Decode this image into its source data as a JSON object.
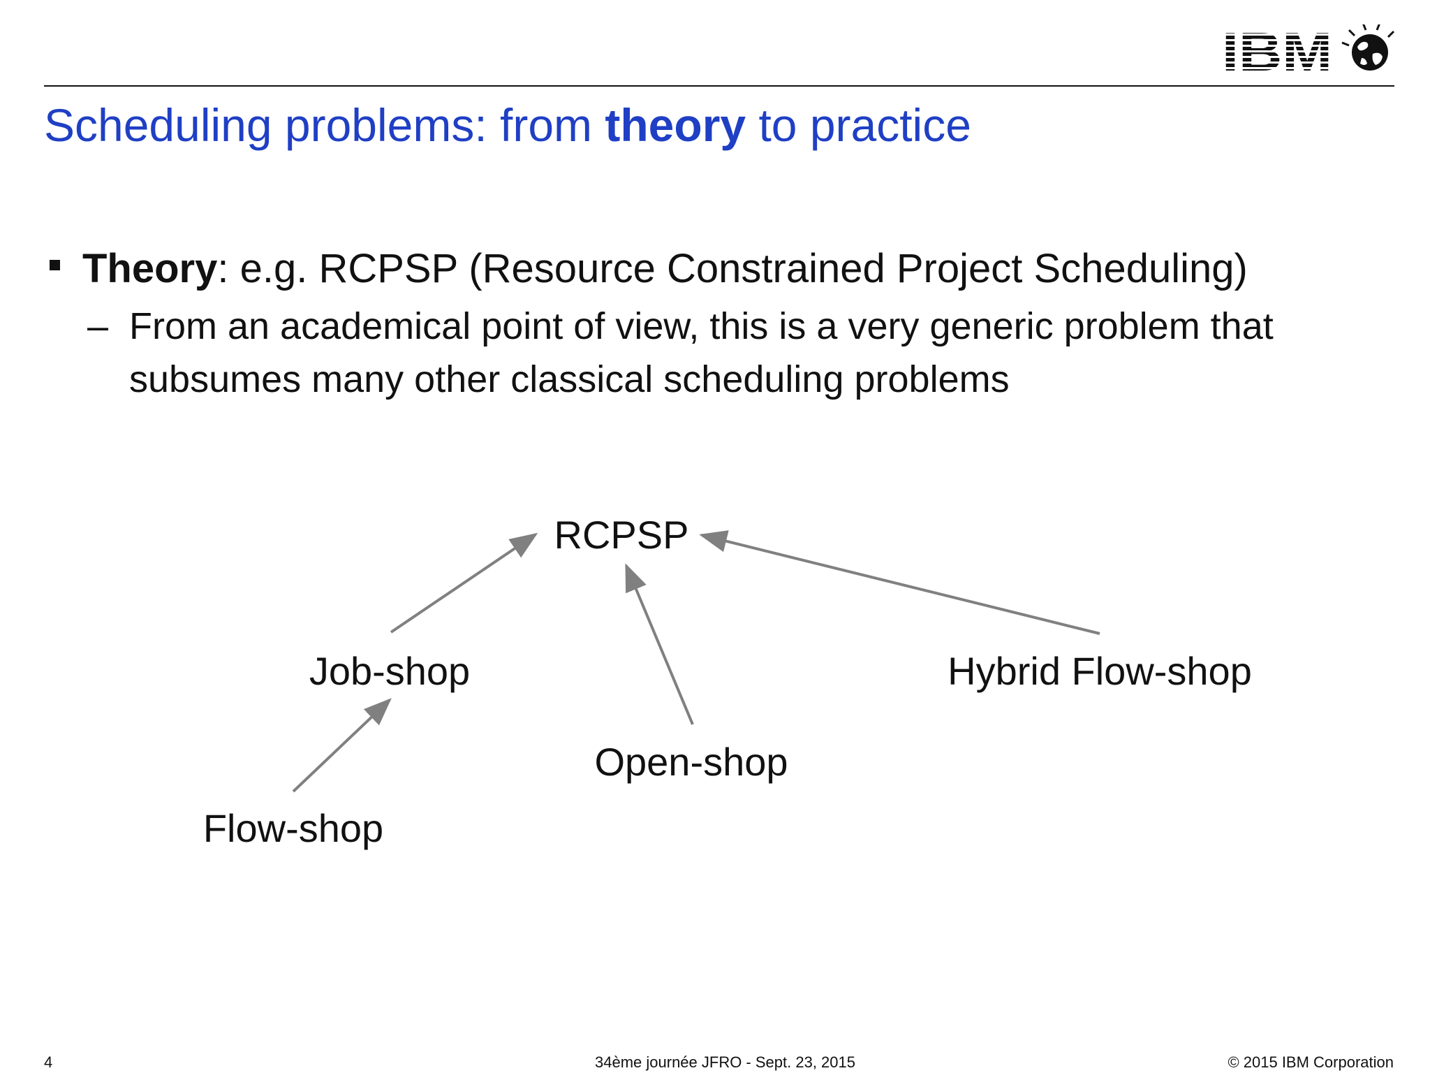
{
  "header": {
    "logo_text": "IBM",
    "logo_icon": "globe-icon"
  },
  "title": {
    "pre": "Scheduling problems: from ",
    "bold": "theory",
    "post": " to practice",
    "color": "#1f3fc4"
  },
  "bullet": {
    "bold": "Theory",
    "text": ": e.g. RCPSP (Resource Constrained Project Scheduling)"
  },
  "sub_bullet": {
    "dash": "–",
    "text": "From an academical point of view, this is a very generic problem that subsumes many other classical scheduling problems"
  },
  "diagram": {
    "nodes": {
      "rcpsp": "RCPSP",
      "job_shop": "Job-shop",
      "open_shop": "Open-shop",
      "flow_shop": "Flow-shop",
      "hybrid_flow_shop": "Hybrid Flow-shop"
    },
    "edges": [
      {
        "from": "job_shop",
        "to": "rcpsp"
      },
      {
        "from": "open_shop",
        "to": "rcpsp"
      },
      {
        "from": "hybrid_flow_shop",
        "to": "rcpsp"
      },
      {
        "from": "flow_shop",
        "to": "job_shop"
      }
    ],
    "arrow_color": "#808080"
  },
  "footer": {
    "page_number": "4",
    "event": "34ème journée JFRO - Sept. 23, 2015",
    "copyright": "© 2015 IBM Corporation"
  }
}
